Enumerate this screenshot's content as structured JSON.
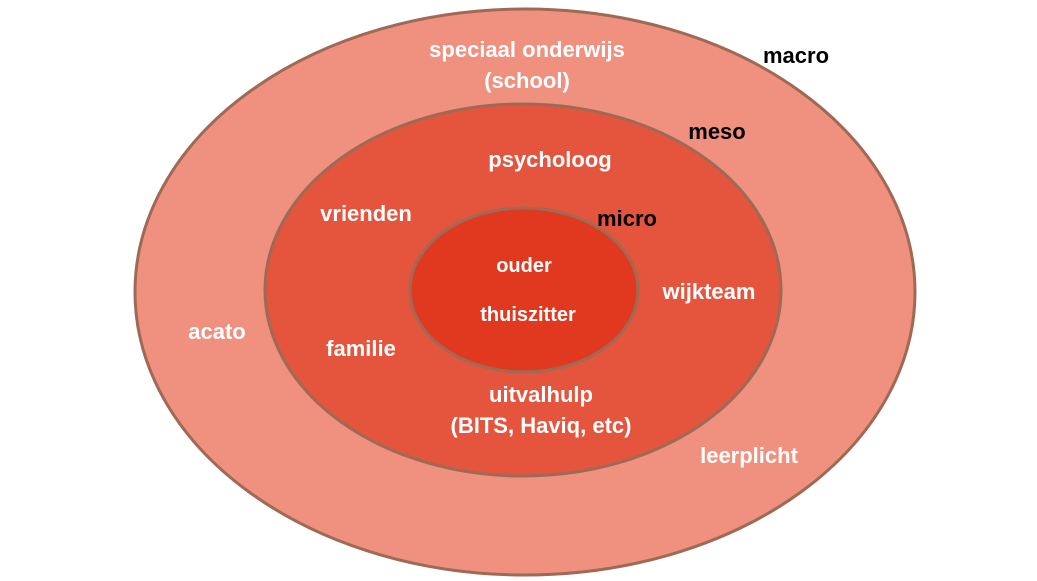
{
  "colors": {
    "macro": "#F0907F",
    "meso": "#E5553E",
    "micro": "#E0391F",
    "border": "#9E6A55"
  },
  "levels": {
    "macro": "macro",
    "meso": "meso",
    "micro": "micro"
  },
  "macro_items": {
    "speciaal_onderwijs": "speciaal onderwijs",
    "school": "(school)",
    "acato": "acato",
    "leerplicht": "leerplicht"
  },
  "meso_items": {
    "psycholoog": "psycholoog",
    "vrienden": "vrienden",
    "wijkteam": "wijkteam",
    "familie": "familie",
    "uitvalhulp": "uitvalhulp",
    "uitvalhulp_detail": "(BITS, Haviq, etc)"
  },
  "micro_items": {
    "ouder": "ouder",
    "thuiszitter": "thuiszitter"
  }
}
